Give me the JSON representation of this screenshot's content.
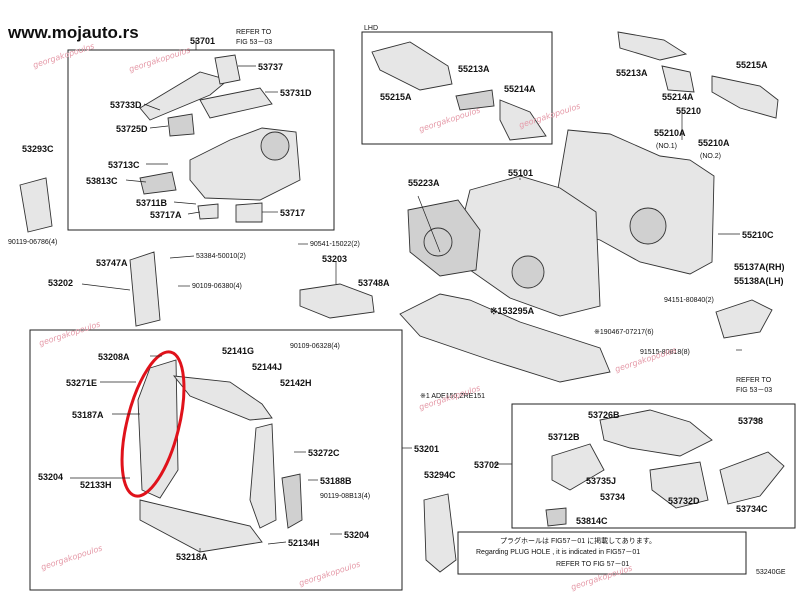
{
  "site": "www.mojauto.rs",
  "watermark": "georgakopoulos",
  "watermark_logo": "GEORGAKOPOULOS",
  "footer_code": "53240GE",
  "notes": {
    "plug_jp": "プラグホールは FIG57－01 に掲載してあります。",
    "plug_en": "Regarding PLUG HOLE , it is indicated in FIG57－01",
    "plug_refer": "REFER TO FIG 57－01",
    "refer_top_1": "REFER TO",
    "refer_top_2": "FIG 53－03",
    "refer_right_1": "REFER TO",
    "refer_right_2": "FIG 53－03",
    "footnote": "※1 ADE150,ZRE151",
    "lhd": "LHD"
  },
  "parts": {
    "p53701": "53701",
    "p53737": "53737",
    "p53731D": "53731D",
    "p53733D": "53733D",
    "p53725D": "53725D",
    "p53713C": "53713C",
    "p53813C": "53813C",
    "p53711B": "53711B",
    "p53717A": "53717A",
    "p53717": "53717",
    "p53293C": "53293C",
    "p90119_06786": "90119-06786(4)",
    "p53202": "53202",
    "p53747A": "53747A",
    "p53384": "53384-50010(2)",
    "p90109_06380": "90109-06380(4)",
    "p90541": "90541-15022(2)",
    "p53203": "53203",
    "p53748A": "53748A",
    "p53208A": "53208A",
    "p52141G": "52141G",
    "p52144J": "52144J",
    "p90109_06328": "90109-06328(4)",
    "p53271E": "53271E",
    "p52142H": "52142H",
    "p53187A": "53187A",
    "p53272C": "53272C",
    "p53201": "53201",
    "p53204a": "53204",
    "p52133H": "52133H",
    "p53188B": "53188B",
    "p90119_08B13": "90119-08B13(4)",
    "p53204b": "53204",
    "p52134H": "52134H",
    "p53218A": "53218A",
    "p55215A_l": "55215A",
    "p55213A_l": "55213A",
    "p55214A_l": "55214A",
    "p55213A_r": "55213A",
    "p55215A_r": "55215A",
    "p55214A_r": "55214A",
    "p55210": "55210",
    "p55210A_1": "55210A",
    "no1": "(NO.1)",
    "p55210A_2": "55210A",
    "no2": "(NO.2)",
    "p55101": "55101",
    "p55223A": "55223A",
    "p55210C": "55210C",
    "p55137A": "55137A(RH)",
    "p55138A": "55138A(LH)",
    "p94151": "94151-80840(2)",
    "p153295A": "※153295A",
    "p190467": "※190467-07217(6)",
    "p91515": "91515-80818(8)",
    "p53738": "53738",
    "p53726B": "53726B",
    "p53712B": "53712B",
    "p53702": "53702",
    "p53735J": "53735J",
    "p53734": "53734",
    "p53732D": "53732D",
    "p53734C": "53734C",
    "p53814C": "53814C",
    "p53294C": "53294C"
  },
  "colors": {
    "highlight": "#e0121b",
    "watermark": "#e59aa8",
    "line": "#222222"
  }
}
